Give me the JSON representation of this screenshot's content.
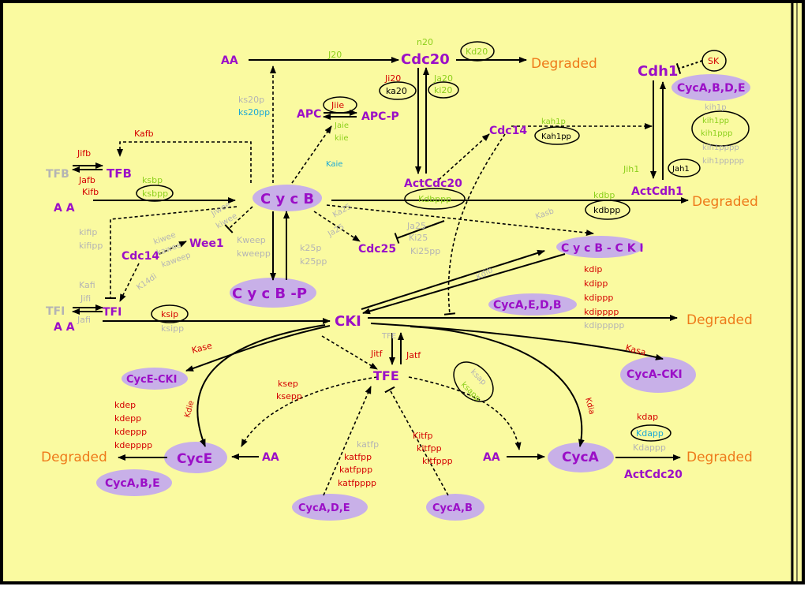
{
  "colors": {
    "background": "#fafaa0",
    "node": "#9b0fc7",
    "degraded": "#ee7a1a",
    "red": "#d40000",
    "green": "#8ccf1c",
    "grey": "#b4b4b4",
    "blue": "#1aa8d6",
    "black": "#000000",
    "ellipse": "#c8b0e8"
  },
  "nodes": {
    "aa_top": "AA",
    "cdc20": "Cdc20",
    "degraded_top": "Degraded",
    "cdh1": "Cdh1",
    "sk": "SK",
    "cyc_abde_cdh1": "CycA,B,D,E",
    "apc": "APC",
    "apc_p": "APC-P",
    "cdc14_top": "Cdc14",
    "tfb_grey": "TFB",
    "tfb": "TFB",
    "aa_tfb": "A  A",
    "cycb": "C y c B",
    "actcdc20": "ActCdc20",
    "actcdh1": "ActCdh1",
    "degraded_cycb": "Degraded",
    "wee1": "Wee1",
    "cdc14_left": "Cdc14",
    "cdc25": "Cdc25",
    "cycb_cki": "C y c B  -  C K I",
    "cycb_p": "C y c B  -P",
    "tfi_grey": "TFI",
    "tfi": "TFI",
    "aa_tfi": "A  A",
    "cki": "CKI",
    "cyc_aedb": "CycA,E,D,B",
    "degraded_cki": "Degraded",
    "tfe": "TFE",
    "tfe_grey": "TFE",
    "cyce_cki": "CycE-CKI",
    "cyca_cki": "CycA-CKI",
    "degraded_cyce": "Degraded",
    "cyce": "CycE",
    "aa_cyce": "AA",
    "aa_cyca": "AA",
    "cyca": "CycA",
    "degraded_cyca": "Degraded",
    "actcdc20_bottom": "ActCdc20",
    "cyc_abe": "CycA,B,E",
    "cyc_ade": "CycA,D,E",
    "cyc_ab": "CycA,B"
  },
  "params": {
    "j20": "J20",
    "n20": "n20",
    "kd20": "Kd20",
    "ji20": "Ji20",
    "ka20": "ka20",
    "ja20": "Ja20",
    "ki20": "ki20",
    "ks20p": "ks20p",
    "ks20pp": "ks20pp",
    "jiie": "Jiie",
    "jaie": "Jaie",
    "kiie": "kiie",
    "kaie": "Kaie",
    "kah1p": "kah1p",
    "kah1pp": "Kah1pp",
    "kih1p": "kih1p",
    "kih1pp": "kih1pp",
    "kih1ppp": "kih1ppp",
    "kih1pppp": "kih1pppp",
    "kih1ppppp": "kih1ppppp",
    "jih1": "Jih1",
    "jah1": "Jah1",
    "kafb": "Kafb",
    "jifb": "Jifb",
    "jafb": "Jafb",
    "kifb": "Kifb",
    "ksbp": "ksbp",
    "ksbpp": "ksbpp",
    "kdbppp": "Kdbppp",
    "kdbp": "kdbp",
    "kdbpp": "kdbpp",
    "jiwee": "Jiwee",
    "jawee": "Jawee",
    "kiwee": "kiwee",
    "kiwee2": "kiwee",
    "kawee": "kawee",
    "kaweep": "kaweep",
    "kweep": "Kweep",
    "kweepp": "kweepp",
    "k25p": "k25p",
    "k25pp": "k25pp",
    "ka25": "Ka25",
    "ja25": "Ja25",
    "ja25b": "Ja25",
    "ki25": "Ki25",
    "ki25pp": "Ki25pp",
    "kasb": "Kasb",
    "kdib": "Kdib",
    "kifip": "kifip",
    "kifipp": "kifipp",
    "k14di": "K14di",
    "kafi": "Kafi",
    "jifi": "Jifi",
    "jafi": "Jafi",
    "ksip": "ksip",
    "ksipp": "ksipp",
    "kdip": "kdip",
    "kdipp": "kdipp",
    "kdippp": "kdippp",
    "kdipppp": "kdipppp",
    "kdippppp": "kdippppp",
    "kase": "Kase",
    "kasa": "Kasa",
    "jitf": "Jitf",
    "jatf": "Jatf",
    "ksep": "ksep",
    "ksepp": "ksepp",
    "ksap": "ksap",
    "ksapp": "ksapp",
    "kdie": "Kdie",
    "kdia": "Kdia",
    "kdep": "kdep",
    "kdepp": "kdepp",
    "kdeppp": "kdeppp",
    "kdepppp": "kdepppp",
    "katfp": "katfp",
    "katfpp": "katfpp",
    "katfppp": "katfppp",
    "katfpppp": "katfpppp",
    "kitfp": "Kitfp",
    "kitfpp": "kitfpp",
    "kitfppp": "kitfppp",
    "kdap": "kdap",
    "kdapp": "Kdapp",
    "kdappp": "Kdappp"
  }
}
